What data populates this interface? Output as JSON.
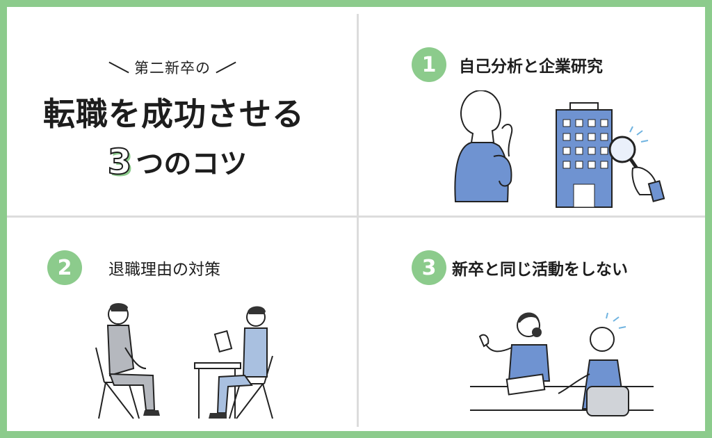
{
  "intro": {
    "subtitle": "第二新卒の",
    "title_line1": "転職を成功させる",
    "title_number": "3",
    "title_line2_rest": "つのコツ"
  },
  "tips": [
    {
      "number": "1",
      "heading": "自己分析と企業研究",
      "illustration": "woman-thinking-and-building-magnifier-icon"
    },
    {
      "number": "2",
      "heading": "退職理由の対策",
      "illustration": "job-interview-icon"
    },
    {
      "number": "3",
      "heading": "新卒と同じ活動をしない",
      "illustration": "consultation-icon"
    }
  ],
  "colors": {
    "accent": "#8ccb8c",
    "text": "#1d1d1d",
    "illustration_blue": "#6f93d1",
    "divider": "#dcdcdc"
  }
}
